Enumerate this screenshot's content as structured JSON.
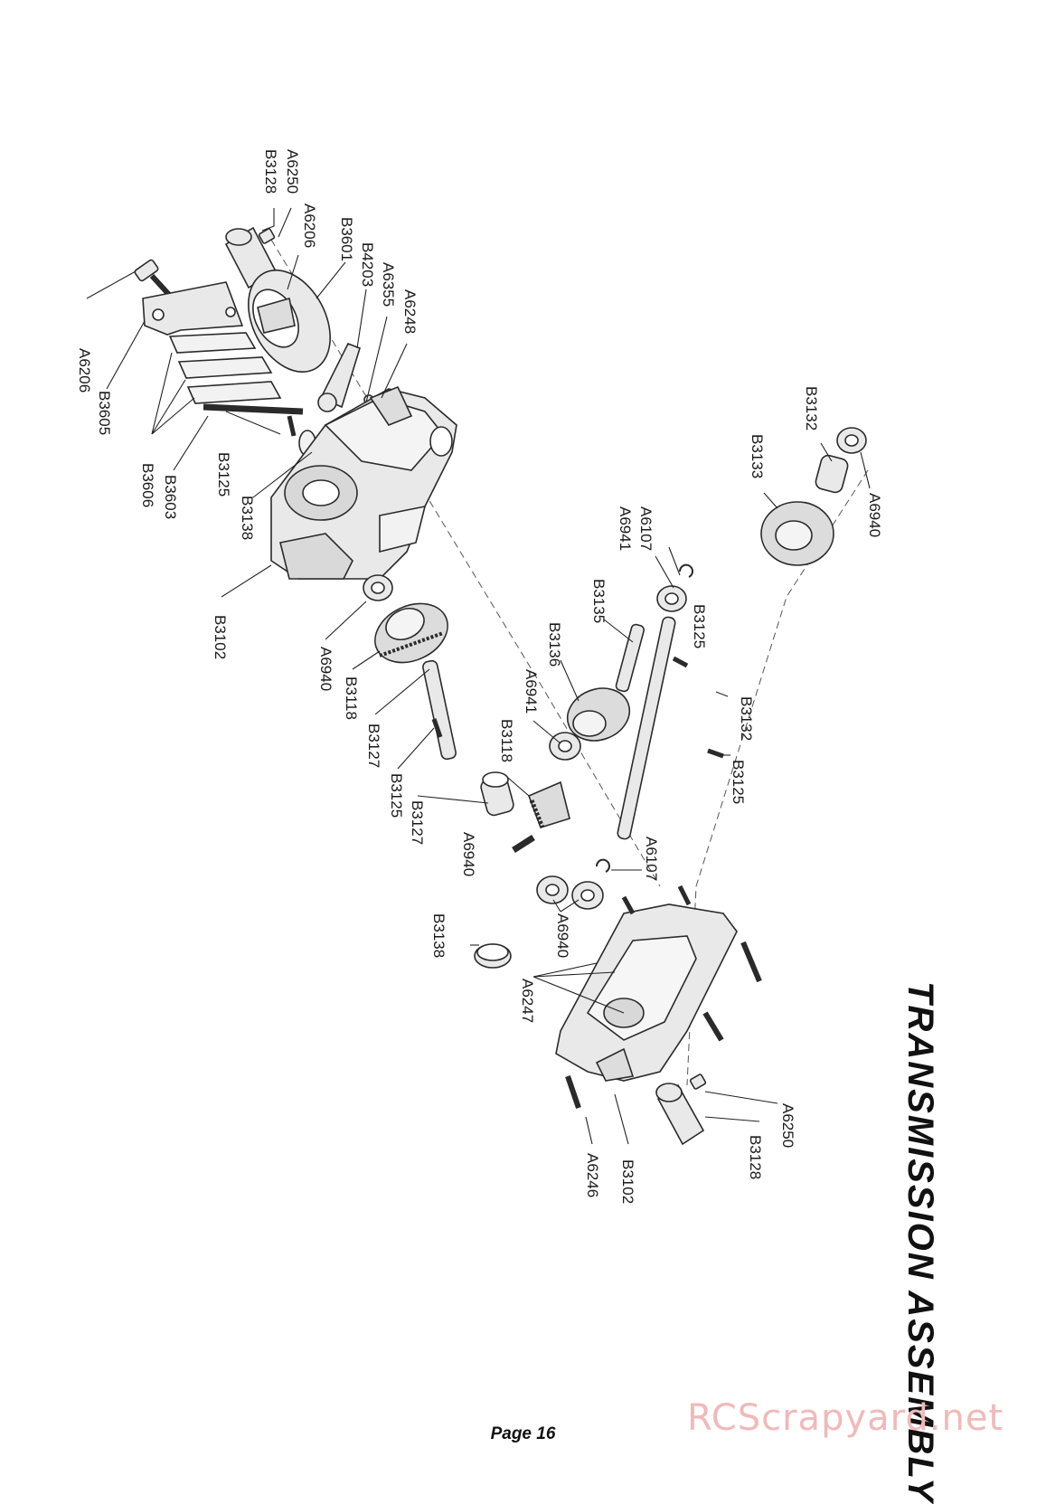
{
  "title": "TRANSMISSION ASSEMBLY",
  "page_label": "Page 16",
  "watermark": "RCScrapyard.net",
  "part_labels": [
    "A6250",
    "B3128",
    "A6206",
    "B3601",
    "B4203",
    "A6355",
    "A6248",
    "A6206",
    "B3605",
    "B3606",
    "B3603",
    "B3125",
    "B3138",
    "B3102",
    "A6940",
    "B3118",
    "B3127",
    "B3125",
    "B3127",
    "A6940",
    "B3118",
    "A6941",
    "B3136",
    "B3135",
    "A6941",
    "A6107",
    "B3125",
    "B3132",
    "B3125",
    "A6107",
    "B3133",
    "B3132",
    "A6940",
    "A6940",
    "B3138",
    "A6247",
    "A6250",
    "B3128",
    "B3102",
    "A6246"
  ]
}
